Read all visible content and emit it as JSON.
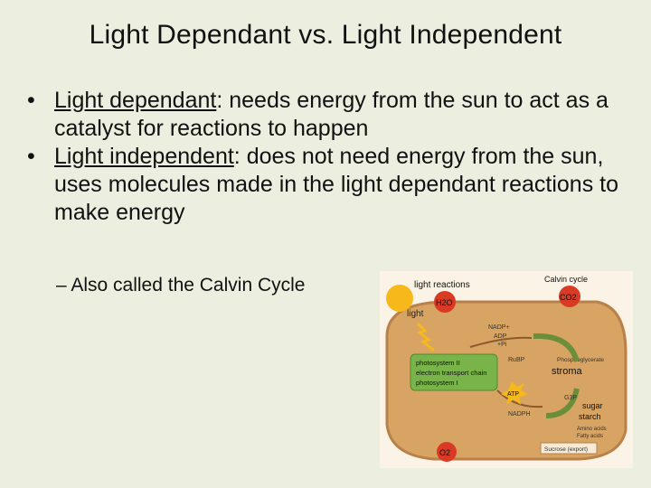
{
  "slide": {
    "title": "Light Dependant vs. Light Independent",
    "bullets": [
      {
        "term": "Light dependant",
        "text": ": needs energy from the sun to act as a catalyst for reactions to happen"
      },
      {
        "term": "Light independent",
        "text": ": does not need energy from the sun, uses molecules made in the light dependant reactions to make energy"
      }
    ],
    "sub_bullet": "– Also called the Calvin Cycle"
  },
  "figure": {
    "light_reactions_label": "light reactions",
    "calvin_cycle_label": "Calvin cycle",
    "light_label": "light",
    "h2o": "H2O",
    "co2": "CO2",
    "o2": "O2",
    "nadp": "NADP+",
    "adp": "ADP",
    "pi": "+Pi",
    "rubp": "RuBP",
    "phosphoglycerate": "Phosphoglycerate",
    "photosystem2": "photosystem II",
    "electron_chain": "electron transport chain",
    "photosystem1": "photosystem I",
    "atp": "ATP",
    "nadph": "NADPH",
    "g3p": "G3P",
    "stroma": "stroma",
    "sugar": "sugar",
    "starch": "starch",
    "amino": "Amino acids",
    "fatty": "Fatty acids",
    "sucrose": "Sucrose (export)",
    "colors": {
      "chloroplast": "#d7a464",
      "outline": "#b9804a",
      "sun": "#f6b81a",
      "molecule": "#d83a24",
      "stroma_arrow": "#6b8e3a",
      "thylakoid": "#79b44a"
    }
  }
}
